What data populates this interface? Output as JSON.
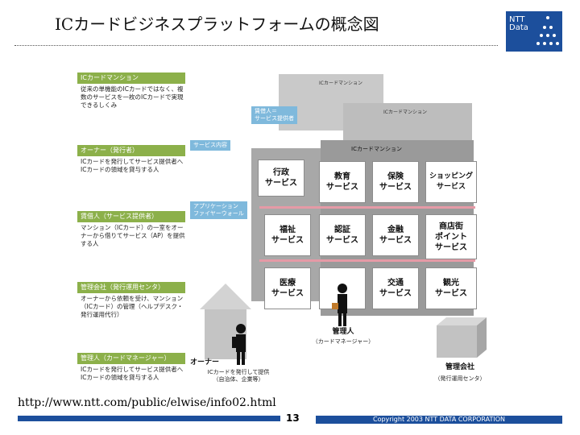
{
  "title": "ICカードビジネスプラットフォームの概念図",
  "logo": {
    "brand_line1": "NTT",
    "brand_line2": "Data"
  },
  "left_panel": [
    {
      "head": "ICカードマンション",
      "body": "従来の単機能のICカードではなく、複数のサービスを一枚のICカードで実現できるしくみ"
    },
    {
      "head": "オーナー（発行者）",
      "body": "ICカードを発行してサービス提供者へICカードの領域を貸与する人"
    },
    {
      "head": "賃借人（サービス提供者）",
      "body": "マンション（ICカード）の一室をオーナーから借りてサービス（AP）を提供する人"
    },
    {
      "head": "管理会社（発行運用センタ）",
      "body": "オーナーから依頼を受け、マンション（ICカード）の管理（ヘルプデスク・発行運用代行）"
    },
    {
      "head": "管理人（カードマネージャー）",
      "body": "ICカードを発行してサービス提供者へICカードの領域を貸与する人"
    }
  ],
  "diagram": {
    "roof_label_1": "ICカードマンション",
    "roof_label_2": "ICカードマンション",
    "front_label": "ICカードマンション",
    "note_tenant": "賃借人＝\nサービス提供者",
    "note_service": "サービス内容",
    "note_firewall": "アプリケーション\nファイヤーウォール",
    "side_cell": "行政\nサービス",
    "cells": [
      "教育\nサービス",
      "保険\nサービス",
      "ショッピング\nサービス",
      "福祉\nサービス",
      "認証\nサービス",
      "金融\nサービス",
      "商店街\nポイント\nサービス",
      "医療\nサービス",
      "",
      "交通\nサービス",
      "観光\nサービス"
    ],
    "manager_label": "管理人",
    "manager_sub": "（カードマネージャー）",
    "owner_label": "オーナー",
    "owner_sub": "ICカードを発行して提供\n（自治体、企業等）",
    "company_label": "管理会社",
    "company_sub": "（発行運用センタ）"
  },
  "footer": {
    "url": "http://www.ntt.com/public/elwise/info02.html",
    "page": "13",
    "copyright": "Copyright 2003 NTT DATA CORPORATION"
  },
  "colors": {
    "accent_green": "#8cb04a",
    "note_blue": "#7fb9dc",
    "footer_blue": "#1c4f9c"
  }
}
